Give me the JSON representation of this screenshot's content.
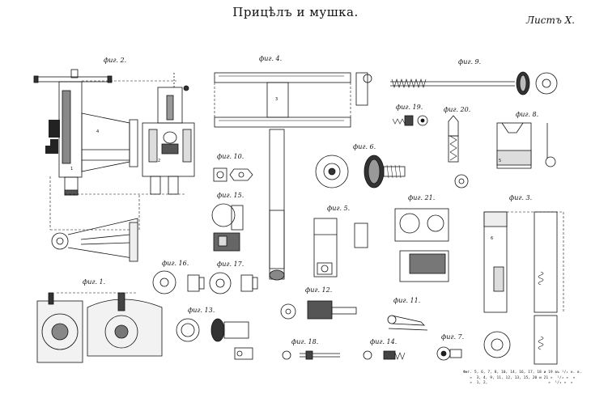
{
  "title": "Прицѣлъ и мушка.",
  "sheet": "Листъ X.",
  "figures": [
    {
      "id": "fig2",
      "label": "фиг. 2."
    },
    {
      "id": "fig4",
      "label": "фиг. 4."
    },
    {
      "id": "fig9",
      "label": "фиг. 9."
    },
    {
      "id": "fig19",
      "label": "фиг. 19."
    },
    {
      "id": "fig20",
      "label": "фиг. 20."
    },
    {
      "id": "fig8",
      "label": "фиг. 8."
    },
    {
      "id": "fig10",
      "label": "фиг. 10."
    },
    {
      "id": "fig6",
      "label": "фиг. 6."
    },
    {
      "id": "fig15",
      "label": "фиг. 15."
    },
    {
      "id": "fig21",
      "label": "фиг. 21."
    },
    {
      "id": "fig3",
      "label": "фиг. 3."
    },
    {
      "id": "fig5",
      "label": "фиг. 5."
    },
    {
      "id": "fig16",
      "label": "фиг. 16."
    },
    {
      "id": "fig17",
      "label": "фиг. 17."
    },
    {
      "id": "fig1",
      "label": "фиг. 1."
    },
    {
      "id": "fig12",
      "label": "фиг. 12."
    },
    {
      "id": "fig11",
      "label": "фиг. 11."
    },
    {
      "id": "fig13",
      "label": "фиг. 13."
    },
    {
      "id": "fig7",
      "label": "фиг. 7."
    },
    {
      "id": "fig18",
      "label": "фиг. 18."
    },
    {
      "id": "fig14",
      "label": "фиг. 14."
    }
  ],
  "scale_note": {
    "line1": "Фиг. 5, 6, 7, 8, 10, 14, 16, 17, 18 и 19 въ ¹/₁ н. в.",
    "line2": "   »  3, 4, 9, 11, 12, 13, 15, 20 и 21 »  ¹/₂ »  »",
    "line3": "   »  1, 2,                           »  ¹/₃ »  »"
  },
  "part_numbers": {
    "one": "1",
    "two": "2",
    "three": "3",
    "four": "4",
    "five": "5",
    "six": "6"
  }
}
